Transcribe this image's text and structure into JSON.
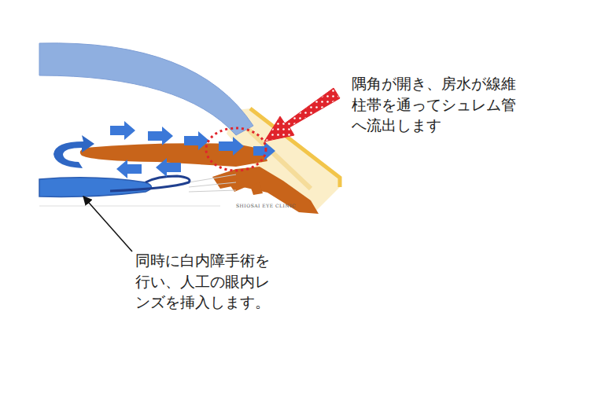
{
  "diagram": {
    "labels": [
      "隅角が開き、房水が線維柱帯を通ってシュレム管へ流出します",
      "同時に白内障手術を行い、人工の眼内レンズを挿入します。",
      "SHIOSAI EYE CLINIC"
    ]
  }
}
